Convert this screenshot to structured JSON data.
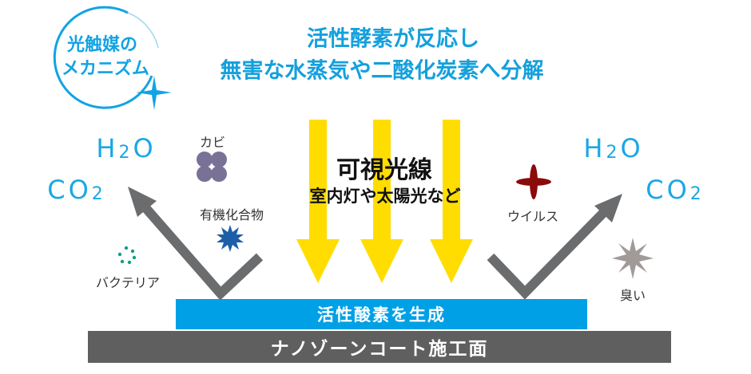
{
  "badge": {
    "line1": "光触媒の",
    "line2": "メカニズム"
  },
  "title": {
    "line1": "活性酵素が反応し",
    "line2": "無害な水蒸気や二酸化炭素へ分解"
  },
  "light": {
    "title": "可視光線",
    "subtitle": "室内灯や太陽光など"
  },
  "products": {
    "h2o": "H",
    "h2o_sub": "2",
    "h2o_end": "O",
    "co2": "CO",
    "co2_sub": "2"
  },
  "pollutants": {
    "mold": "カビ",
    "organic": "有機化合物",
    "bacteria": "バクテリア",
    "virus": "ウイルス",
    "odor": "臭い"
  },
  "bars": {
    "active_oxygen": "活性酸素を生成",
    "surface": "ナノゾーンコート施工面"
  },
  "colors": {
    "blue": "#00a0e6",
    "yellow": "#ffdd00",
    "gray": "#6b6c6e",
    "surface": "#5f5f5f"
  }
}
